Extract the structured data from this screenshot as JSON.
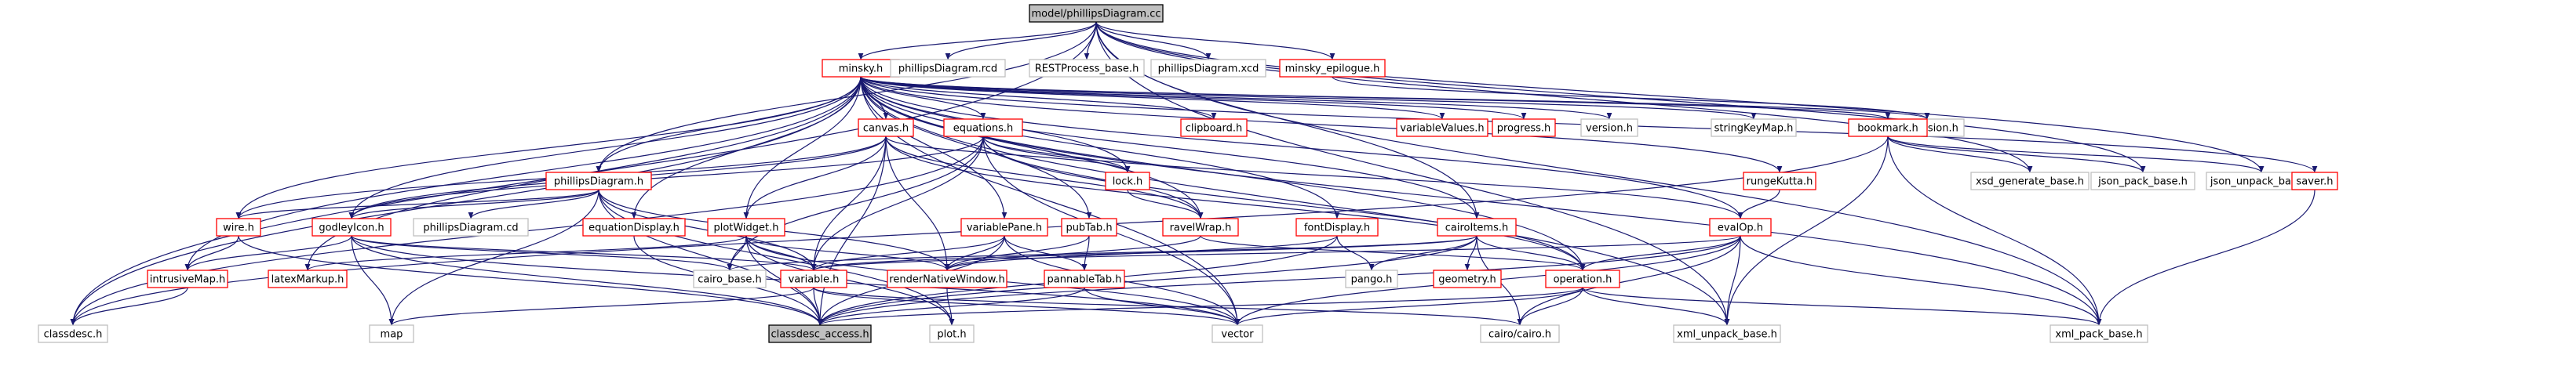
{
  "colors": {
    "edge": "#191970",
    "root_fill": "#bfbfbf",
    "root_border": "#000000",
    "documented_border": "#ff0000",
    "external_border": "#bfbfbf",
    "fill": "#ffffff"
  },
  "nodes": [
    {
      "id": "root",
      "label": "model/phillipsDiagram.cc",
      "kind": "root"
    },
    {
      "id": "minsky",
      "label": "minsky.h",
      "kind": "documented"
    },
    {
      "id": "phillipsDiagram_rcd",
      "label": "phillipsDiagram.rcd",
      "kind": "external"
    },
    {
      "id": "RESTProcess_base",
      "label": "RESTProcess_base.h",
      "kind": "external"
    },
    {
      "id": "phillipsDiagram_xcd",
      "label": "phillipsDiagram.xcd",
      "kind": "external"
    },
    {
      "id": "minsky_epilogue",
      "label": "minsky_epilogue.h",
      "kind": "documented"
    },
    {
      "id": "canvas",
      "label": "canvas.h",
      "kind": "documented"
    },
    {
      "id": "equations",
      "label": "equations.h",
      "kind": "documented"
    },
    {
      "id": "clipboard",
      "label": "clipboard.h",
      "kind": "documented"
    },
    {
      "id": "variableValues",
      "label": "variableValues.h",
      "kind": "documented"
    },
    {
      "id": "progress",
      "label": "progress.h",
      "kind": "documented"
    },
    {
      "id": "version",
      "label": "version.h",
      "kind": "external"
    },
    {
      "id": "stringKeyMap",
      "label": "stringKeyMap.h",
      "kind": "external"
    },
    {
      "id": "dimension",
      "label": "dimension.h",
      "kind": "external"
    },
    {
      "id": "bookmark",
      "label": "bookmark.h",
      "kind": "documented"
    },
    {
      "id": "phillipsDiagram_h",
      "label": "phillipsDiagram.h",
      "kind": "documented"
    },
    {
      "id": "lock",
      "label": "lock.h",
      "kind": "documented"
    },
    {
      "id": "rungeKutta",
      "label": "rungeKutta.h",
      "kind": "documented"
    },
    {
      "id": "xsd_generate_base",
      "label": "xsd_generate_base.h",
      "kind": "external"
    },
    {
      "id": "json_pack_base",
      "label": "json_pack_base.h",
      "kind": "external"
    },
    {
      "id": "json_unpack_base",
      "label": "json_unpack_base.h",
      "kind": "external"
    },
    {
      "id": "saver",
      "label": "saver.h",
      "kind": "documented"
    },
    {
      "id": "wire",
      "label": "wire.h",
      "kind": "documented"
    },
    {
      "id": "godleyIcon",
      "label": "godleyIcon.h",
      "kind": "documented"
    },
    {
      "id": "phillipsDiagram_cd",
      "label": "phillipsDiagram.cd",
      "kind": "external"
    },
    {
      "id": "equationDisplay",
      "label": "equationDisplay.h",
      "kind": "documented"
    },
    {
      "id": "plotWidget",
      "label": "plotWidget.h",
      "kind": "documented"
    },
    {
      "id": "variablePane",
      "label": "variablePane.h",
      "kind": "documented"
    },
    {
      "id": "pubTab",
      "label": "pubTab.h",
      "kind": "documented"
    },
    {
      "id": "ravelWrap",
      "label": "ravelWrap.h",
      "kind": "documented"
    },
    {
      "id": "fontDisplay",
      "label": "fontDisplay.h",
      "kind": "documented"
    },
    {
      "id": "cairoItems",
      "label": "cairoItems.h",
      "kind": "documented"
    },
    {
      "id": "evalOp",
      "label": "evalOp.h",
      "kind": "documented"
    },
    {
      "id": "intrusiveMap",
      "label": "intrusiveMap.h",
      "kind": "documented"
    },
    {
      "id": "latexMarkup",
      "label": "latexMarkup.h",
      "kind": "documented"
    },
    {
      "id": "cairo_base",
      "label": "cairo_base.h",
      "kind": "external"
    },
    {
      "id": "variable",
      "label": "variable.h",
      "kind": "documented"
    },
    {
      "id": "renderNativeWindow",
      "label": "renderNativeWindow.h",
      "kind": "documented"
    },
    {
      "id": "pannableTab",
      "label": "pannableTab.h",
      "kind": "documented"
    },
    {
      "id": "pango",
      "label": "pango.h",
      "kind": "external"
    },
    {
      "id": "geometry",
      "label": "geometry.h",
      "kind": "documented"
    },
    {
      "id": "operation",
      "label": "operation.h",
      "kind": "documented"
    },
    {
      "id": "classdesc",
      "label": "classdesc.h",
      "kind": "external"
    },
    {
      "id": "map",
      "label": "map",
      "kind": "external"
    },
    {
      "id": "classdesc_access",
      "label": "classdesc_access.h",
      "kind": "root"
    },
    {
      "id": "plot",
      "label": "plot.h",
      "kind": "external"
    },
    {
      "id": "vector",
      "label": "vector",
      "kind": "external"
    },
    {
      "id": "cairo_cairo",
      "label": "cairo/cairo.h",
      "kind": "external"
    },
    {
      "id": "xml_unpack_base",
      "label": "xml_unpack_base.h",
      "kind": "external"
    },
    {
      "id": "xml_pack_base",
      "label": "xml_pack_base.h",
      "kind": "external"
    }
  ],
  "edges": [
    [
      "root",
      "minsky"
    ],
    [
      "root",
      "phillipsDiagram_rcd"
    ],
    [
      "root",
      "RESTProcess_base"
    ],
    [
      "root",
      "phillipsDiagram_xcd"
    ],
    [
      "root",
      "minsky_epilogue"
    ],
    [
      "root",
      "phillipsDiagram_h"
    ],
    [
      "root",
      "cairoItems"
    ],
    [
      "root",
      "classdesc"
    ],
    [
      "root",
      "xml_pack_base"
    ],
    [
      "root",
      "xml_unpack_base"
    ],
    [
      "root",
      "json_pack_base"
    ],
    [
      "root",
      "json_unpack_base"
    ],
    [
      "root",
      "xsd_generate_base"
    ],
    [
      "minsky_epilogue",
      "dimension"
    ],
    [
      "minsky",
      "canvas"
    ],
    [
      "minsky",
      "equations"
    ],
    [
      "minsky",
      "clipboard"
    ],
    [
      "minsky",
      "variableValues"
    ],
    [
      "minsky",
      "progress"
    ],
    [
      "minsky",
      "version"
    ],
    [
      "minsky",
      "stringKeyMap"
    ],
    [
      "minsky",
      "dimension"
    ],
    [
      "minsky",
      "bookmark"
    ],
    [
      "minsky",
      "phillipsDiagram_h"
    ],
    [
      "minsky",
      "lock"
    ],
    [
      "minsky",
      "rungeKutta"
    ],
    [
      "minsky",
      "saver"
    ],
    [
      "minsky",
      "godleyIcon"
    ],
    [
      "minsky",
      "equationDisplay"
    ],
    [
      "minsky",
      "plotWidget"
    ],
    [
      "minsky",
      "variablePane"
    ],
    [
      "minsky",
      "pubTab"
    ],
    [
      "minsky",
      "ravelWrap"
    ],
    [
      "minsky",
      "fontDisplay"
    ],
    [
      "minsky",
      "cairoItems"
    ],
    [
      "minsky",
      "evalOp"
    ],
    [
      "minsky",
      "intrusiveMap"
    ],
    [
      "minsky",
      "wire"
    ],
    [
      "minsky",
      "operation"
    ],
    [
      "minsky",
      "classdesc"
    ],
    [
      "minsky",
      "xml_unpack_base"
    ],
    [
      "minsky",
      "xml_pack_base"
    ],
    [
      "minsky",
      "vector"
    ],
    [
      "minsky",
      "latexMarkup"
    ],
    [
      "canvas",
      "lock"
    ],
    [
      "canvas",
      "wire"
    ],
    [
      "canvas",
      "godleyIcon"
    ],
    [
      "canvas",
      "plotWidget"
    ],
    [
      "canvas",
      "ravelWrap"
    ],
    [
      "canvas",
      "variable"
    ],
    [
      "canvas",
      "renderNativeWindow"
    ],
    [
      "canvas",
      "operation"
    ],
    [
      "canvas",
      "classdesc_access"
    ],
    [
      "equations",
      "lock"
    ],
    [
      "equations",
      "evalOp"
    ],
    [
      "equations",
      "godleyIcon"
    ],
    [
      "equations",
      "operation"
    ],
    [
      "equations",
      "variable"
    ],
    [
      "equations",
      "cairo_base"
    ],
    [
      "equations",
      "ravelWrap"
    ],
    [
      "equations",
      "classdesc"
    ],
    [
      "equations",
      "vector"
    ],
    [
      "bookmark",
      "xsd_generate_base"
    ],
    [
      "bookmark",
      "json_pack_base"
    ],
    [
      "bookmark",
      "json_unpack_base"
    ],
    [
      "bookmark",
      "xml_unpack_base"
    ],
    [
      "bookmark",
      "xml_pack_base"
    ],
    [
      "bookmark",
      "classdesc"
    ],
    [
      "phillipsDiagram_h",
      "wire"
    ],
    [
      "phillipsDiagram_h",
      "godleyIcon"
    ],
    [
      "phillipsDiagram_h",
      "phillipsDiagram_cd"
    ],
    [
      "phillipsDiagram_h",
      "renderNativeWindow"
    ],
    [
      "phillipsDiagram_h",
      "variable"
    ],
    [
      "phillipsDiagram_h",
      "map"
    ],
    [
      "phillipsDiagram_h",
      "classdesc_access"
    ],
    [
      "phillipsDiagram_h",
      "plot"
    ],
    [
      "lock",
      "ravelWrap"
    ],
    [
      "rungeKutta",
      "evalOp"
    ],
    [
      "saver",
      "xml_pack_base"
    ],
    [
      "wire",
      "intrusiveMap"
    ],
    [
      "wire",
      "classdesc_access"
    ],
    [
      "godleyIcon",
      "intrusiveMap"
    ],
    [
      "godleyIcon",
      "variable"
    ],
    [
      "godleyIcon",
      "cairo_base"
    ],
    [
      "godleyIcon",
      "map"
    ],
    [
      "godleyIcon",
      "classdesc_access"
    ],
    [
      "godleyIcon",
      "vector"
    ],
    [
      "equationDisplay",
      "classdesc_access"
    ],
    [
      "plotWidget",
      "latexMarkup"
    ],
    [
      "plotWidget",
      "cairo_base"
    ],
    [
      "plotWidget",
      "variable"
    ],
    [
      "plotWidget",
      "renderNativeWindow"
    ],
    [
      "plotWidget",
      "classdesc_access"
    ],
    [
      "plotWidget",
      "plot"
    ],
    [
      "plotWidget",
      "vector"
    ],
    [
      "variablePane",
      "variable"
    ],
    [
      "variablePane",
      "renderNativeWindow"
    ],
    [
      "variablePane",
      "pannableTab"
    ],
    [
      "variablePane",
      "classdesc_access"
    ],
    [
      "variablePane",
      "vector"
    ],
    [
      "pubTab",
      "pannableTab"
    ],
    [
      "pubTab",
      "renderNativeWindow"
    ],
    [
      "ravelWrap",
      "renderNativeWindow"
    ],
    [
      "ravelWrap",
      "operation"
    ],
    [
      "fontDisplay",
      "pango"
    ],
    [
      "fontDisplay",
      "renderNativeWindow"
    ],
    [
      "fontDisplay",
      "classdesc_access"
    ],
    [
      "cairoItems",
      "variable"
    ],
    [
      "cairoItems",
      "pango"
    ],
    [
      "cairoItems",
      "geometry"
    ],
    [
      "cairoItems",
      "operation"
    ],
    [
      "cairoItems",
      "cairo_base"
    ],
    [
      "cairoItems",
      "cairo_cairo"
    ],
    [
      "cairoItems",
      "classdesc_access"
    ],
    [
      "evalOp",
      "operation"
    ],
    [
      "evalOp",
      "variable"
    ],
    [
      "evalOp",
      "xml_unpack_base"
    ],
    [
      "evalOp",
      "xml_pack_base"
    ],
    [
      "evalOp",
      "cairo_cairo"
    ],
    [
      "evalOp",
      "vector"
    ],
    [
      "evalOp",
      "classdesc_access"
    ],
    [
      "intrusiveMap",
      "classdesc"
    ],
    [
      "variable",
      "classdesc_access"
    ],
    [
      "variable",
      "map"
    ],
    [
      "variable",
      "cairo_cairo"
    ],
    [
      "variable",
      "vector"
    ],
    [
      "renderNativeWindow",
      "plot"
    ],
    [
      "pannableTab",
      "classdesc_access"
    ],
    [
      "pannableTab",
      "vector"
    ],
    [
      "operation",
      "classdesc_access"
    ],
    [
      "operation",
      "cairo_cairo"
    ],
    [
      "operation",
      "vector"
    ],
    [
      "operation",
      "xml_unpack_base"
    ],
    [
      "operation",
      "xml_pack_base"
    ]
  ]
}
